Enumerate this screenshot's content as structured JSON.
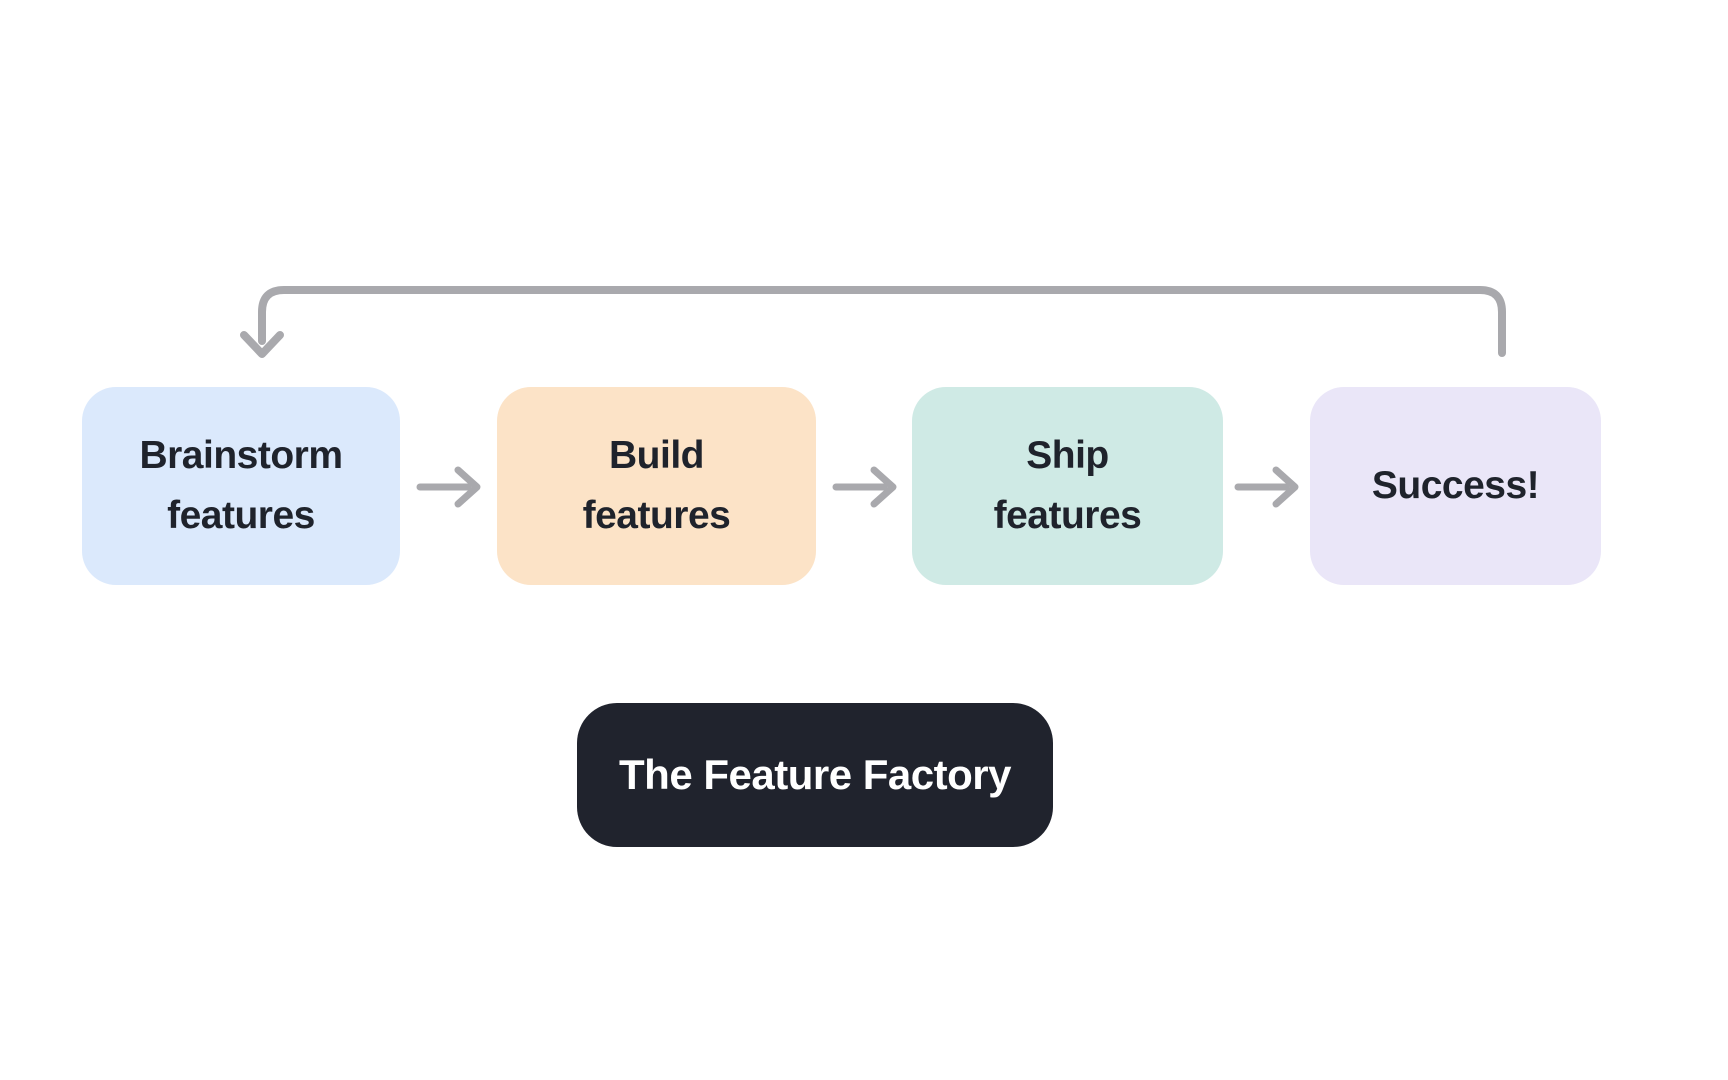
{
  "flow": {
    "nodes": [
      {
        "id": "brainstorm",
        "lines": [
          "Brainstorm",
          "features"
        ],
        "bg": "#dbe9fc"
      },
      {
        "id": "build",
        "lines": [
          "Build",
          "features"
        ],
        "bg": "#fce3c7"
      },
      {
        "id": "ship",
        "lines": [
          "Ship",
          "features"
        ],
        "bg": "#cfeae5"
      },
      {
        "id": "success",
        "lines": [
          "Success!"
        ],
        "bg": "#eae6f8"
      }
    ],
    "loop_back": {
      "from": "success",
      "to": "brainstorm"
    }
  },
  "caption": {
    "text": "The Feature Factory",
    "bg": "#20232d",
    "text_color": "#ffffff"
  },
  "colors": {
    "background": "#ffffff",
    "arrow": "#a9a9ad",
    "node_text": "#1f232c"
  }
}
